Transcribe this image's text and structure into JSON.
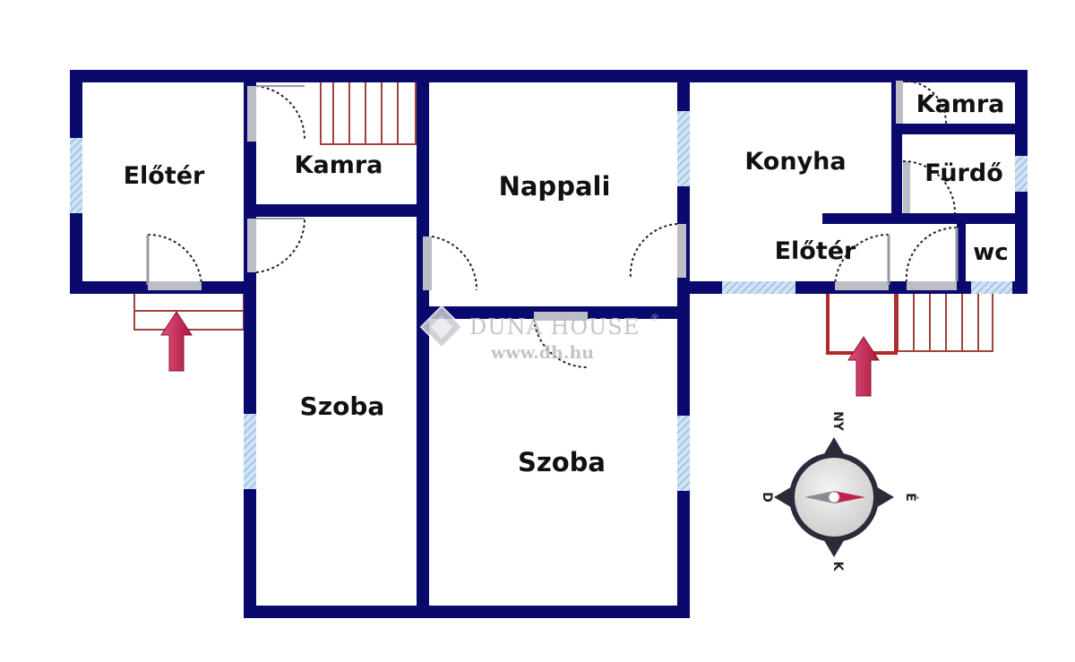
{
  "rooms": {
    "eloter_left": "Előtér",
    "kamra_left": "Kamra",
    "nappali": "Nappali",
    "konyha": "Konyha",
    "kamra_right": "Kamra",
    "furdo": "Fürdő",
    "eloter_right": "Előtér",
    "wc": "wc",
    "szoba_left": "Szoba",
    "szoba_right": "Szoba"
  },
  "watermark": {
    "brand": "DUNA HOUSE",
    "registered": "®",
    "url": "www.dh.hu"
  },
  "compass": {
    "north": "NY",
    "east": "É",
    "south": "K",
    "west": "D"
  },
  "colors": {
    "wall": "#0a0a6e",
    "window": "#a9c9e6",
    "stairs": "#a0433f",
    "arrow": "#c2224a",
    "door_swing": "#222222"
  },
  "icons": {
    "entrance": "entrance-arrow-icon",
    "compass": "compass-icon",
    "logo": "duna-house-logo-icon"
  }
}
